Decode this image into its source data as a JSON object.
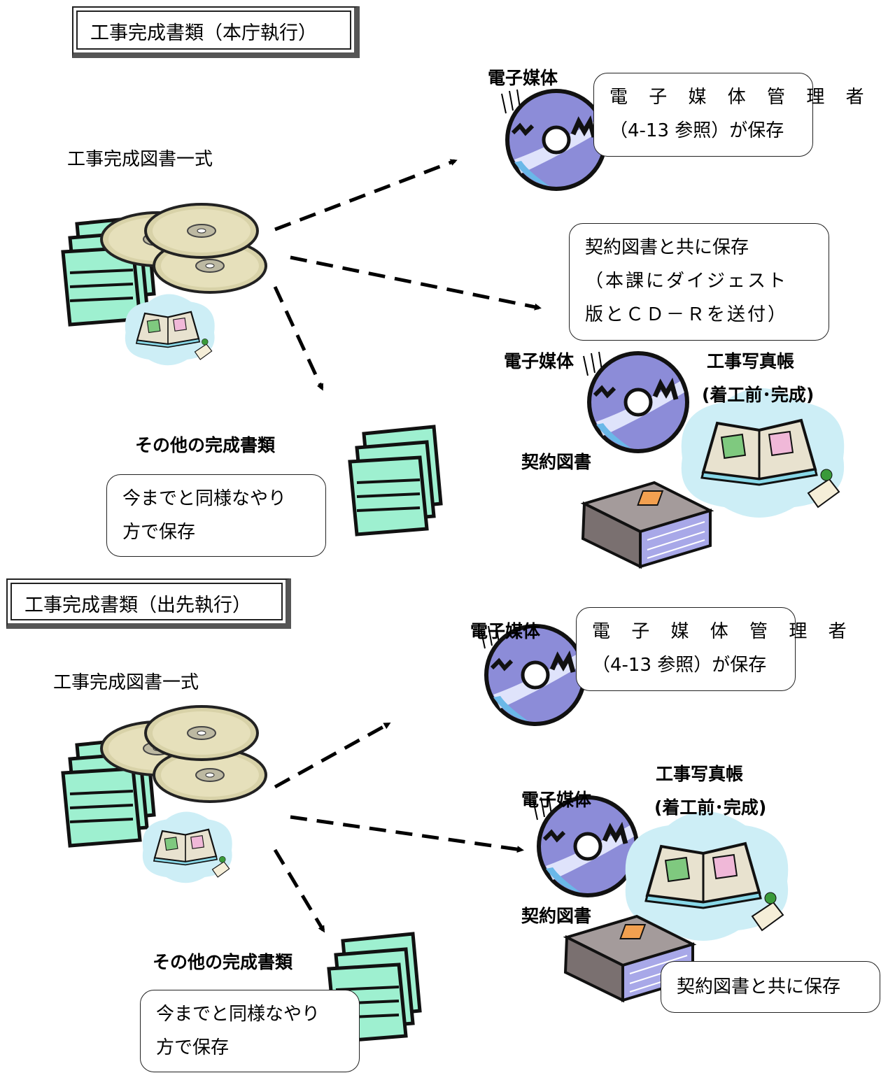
{
  "section1": {
    "title": "工事完成書類（本庁執行）",
    "set_label": "工事完成図書一式",
    "media_label_1": "電子媒体",
    "media_note": [
      "電 子 媒 体 管 理 者",
      "（4-13 参照）が保存"
    ],
    "contract_note": [
      "契約図書と共に保存",
      "（本課にダイジェスト",
      "版とＣＤ－Ｒを送付）"
    ],
    "media_label_2": "電子媒体",
    "photo_label": [
      "工事写真帳",
      "(着工前･完成)"
    ],
    "contract_label": "契約図書",
    "other_label": "その他の完成書類",
    "other_note": [
      "今までと同様なやり",
      "方で保存"
    ]
  },
  "section2": {
    "title": "工事完成書類（出先執行）",
    "set_label": "工事完成図書一式",
    "media_label_1": "電子媒体",
    "media_note": [
      "電 子 媒 体 管 理 者",
      "（4-13 参照）が保存"
    ],
    "media_label_2": "電子媒体",
    "photo_label": [
      "工事写真帳",
      "(着工前･完成)"
    ],
    "contract_label": "契約図書",
    "contract_note": "契約図書と共に保存",
    "other_label": "その他の完成書類",
    "other_note": [
      "今までと同様なやり",
      "方で保存"
    ]
  },
  "colors": {
    "disc_purple": "#8c8cd8",
    "folder_mint": "#9ef0d0",
    "cloud": "#cdeef6",
    "book_gray": "#8f8f8f"
  }
}
